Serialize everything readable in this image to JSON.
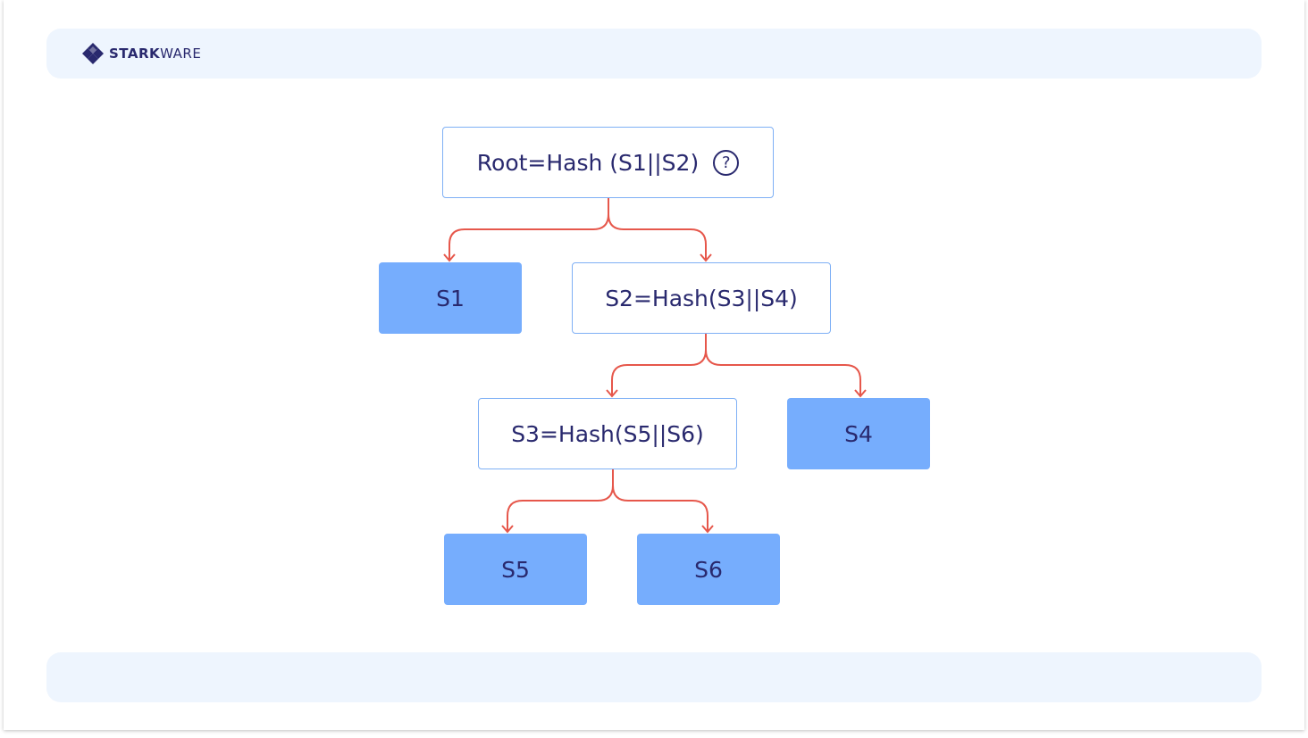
{
  "header": {
    "logo_icon": "starkware-diamond-icon",
    "logo_bold": "STARK",
    "logo_light": "WARE"
  },
  "diagram": {
    "root": {
      "label": "Root=Hash (S1||S2)",
      "help_icon": "?"
    },
    "s1": {
      "label": "S1"
    },
    "s2": {
      "label": "S2=Hash(S3||S4)"
    },
    "s3": {
      "label": "S3=Hash(S5||S6)"
    },
    "s4": {
      "label": "S4"
    },
    "s5": {
      "label": "S5"
    },
    "s6": {
      "label": "S6"
    },
    "edges": [
      {
        "from": "root",
        "to": "s1"
      },
      {
        "from": "root",
        "to": "s2"
      },
      {
        "from": "s2",
        "to": "s3"
      },
      {
        "from": "s2",
        "to": "s4"
      },
      {
        "from": "s3",
        "to": "s5"
      },
      {
        "from": "s3",
        "to": "s6"
      }
    ]
  },
  "colors": {
    "text": "#29296e",
    "leaf_fill": "#76adfd",
    "internal_border": "#7fb0f5",
    "edge": "#e6574b",
    "band": "#eef5fe"
  }
}
